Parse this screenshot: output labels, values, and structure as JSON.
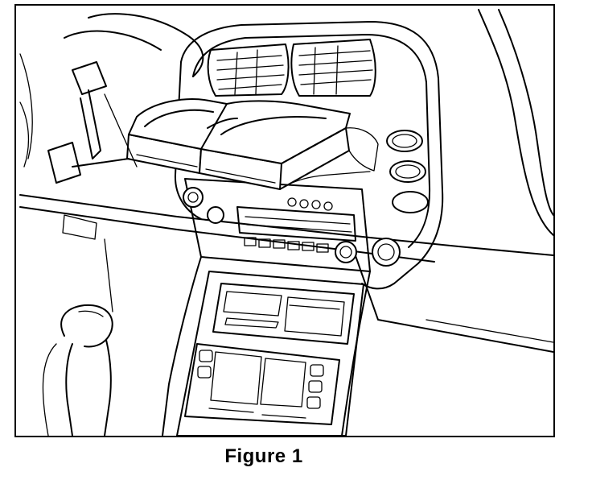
{
  "figure": {
    "caption": "Figure 1"
  },
  "diagram": {
    "subject": "car-interior-dashboard",
    "parts": [
      "dashboard",
      "center-console",
      "air-vents",
      "cup-holder-tray",
      "radio-unit",
      "climate-control-panel",
      "gear-shifter",
      "steering-column",
      "round-buttons"
    ]
  },
  "colors": {
    "line": "#000000",
    "background": "#ffffff"
  }
}
